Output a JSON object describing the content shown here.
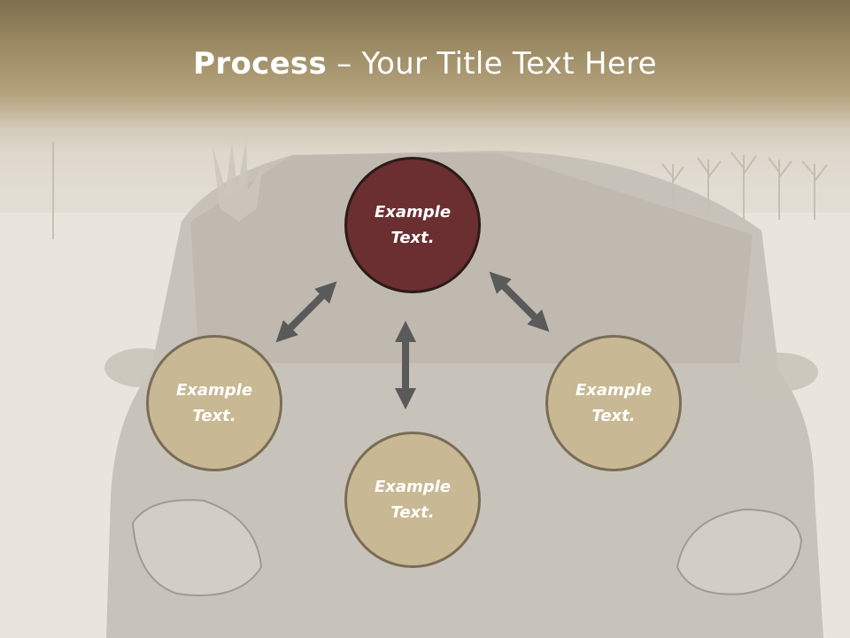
{
  "title": {
    "bold": "Process",
    "rest": " – Your Title Text Here"
  },
  "nodes": [
    {
      "label": "Example Text."
    },
    {
      "label": "Example Text."
    },
    {
      "label": "Example Text."
    },
    {
      "label": "Example Text."
    }
  ],
  "colors": {
    "header": "#9b8a63",
    "node_dark_fill": "#6b2e31",
    "node_light_fill": "#c8b893",
    "arrow": "#5a5a5a"
  }
}
